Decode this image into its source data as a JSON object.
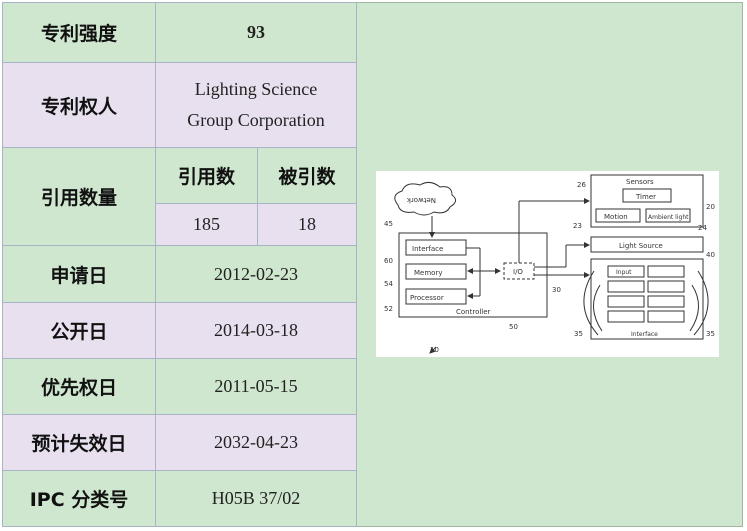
{
  "table": {
    "strength": {
      "label": "专利强度",
      "value": "93"
    },
    "owner": {
      "label": "专利权人",
      "line1": "Lighting Science",
      "line2": "Group Corporation"
    },
    "citations": {
      "label": "引用数量",
      "col_cite": "引用数",
      "col_cited": "被引数",
      "cite_value": "185",
      "cited_value": "18"
    },
    "filing_date": {
      "label": "申请日",
      "value": "2012-02-23"
    },
    "publish_date": {
      "label": "公开日",
      "value": "2014-03-18"
    },
    "priority_date": {
      "label": "优先权日",
      "value": "2011-05-15"
    },
    "expiry_date": {
      "label": "预计失效日",
      "value": "2032-04-23"
    },
    "ipc": {
      "label": "IPC 分类号",
      "value": "H05B 37/02"
    }
  },
  "figure": {
    "network": "Network",
    "interface": "Interface",
    "memory": "Memory",
    "processor": "Processor",
    "controller": "Controller",
    "io": "I/O",
    "sensors": "Sensors",
    "timer": "Timer",
    "motion": "Motion",
    "ambient": "Ambient light",
    "light_source": "Light Source",
    "input": "Input",
    "interface2": "Interface",
    "ref_45": "45",
    "ref_60": "60",
    "ref_54": "54",
    "ref_52": "52",
    "ref_50": "50",
    "ref_30": "30",
    "ref_26": "26",
    "ref_23": "23",
    "ref_24": "24",
    "ref_20": "20",
    "ref_40": "40",
    "ref_35a": "35",
    "ref_35b": "35",
    "ref_10": "10"
  }
}
